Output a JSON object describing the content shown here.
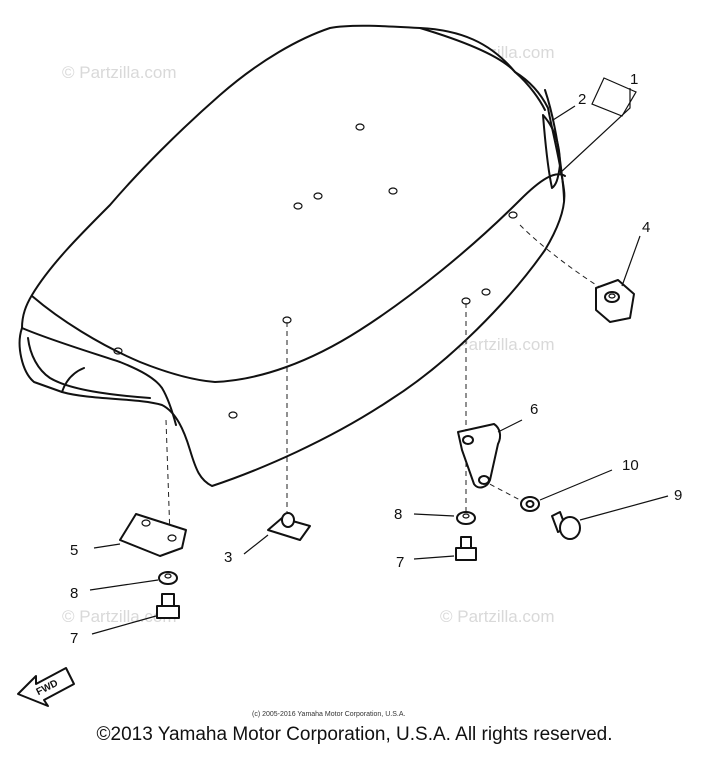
{
  "parts": [
    {
      "id": "1",
      "label": "1"
    },
    {
      "id": "2",
      "label": "2"
    },
    {
      "id": "3",
      "label": "3"
    },
    {
      "id": "4",
      "label": "4"
    },
    {
      "id": "5",
      "label": "5"
    },
    {
      "id": "6",
      "label": "6"
    },
    {
      "id": "7a",
      "label": "7"
    },
    {
      "id": "7b",
      "label": "7"
    },
    {
      "id": "8a",
      "label": "8"
    },
    {
      "id": "8b",
      "label": "8"
    },
    {
      "id": "9",
      "label": "9"
    },
    {
      "id": "10",
      "label": "10"
    }
  ],
  "watermark": "© Partzilla.com",
  "fwd_label": "FWD",
  "small_copyright": "(c) 2005-2016 Yamaha Motor Corporation, U.S.A.",
  "copyright": "©2013 Yamaha Motor Corporation, U.S.A. All rights reserved.",
  "colors": {
    "line": "#111111",
    "watermark": "#d9d9d9",
    "background": "#ffffff"
  }
}
